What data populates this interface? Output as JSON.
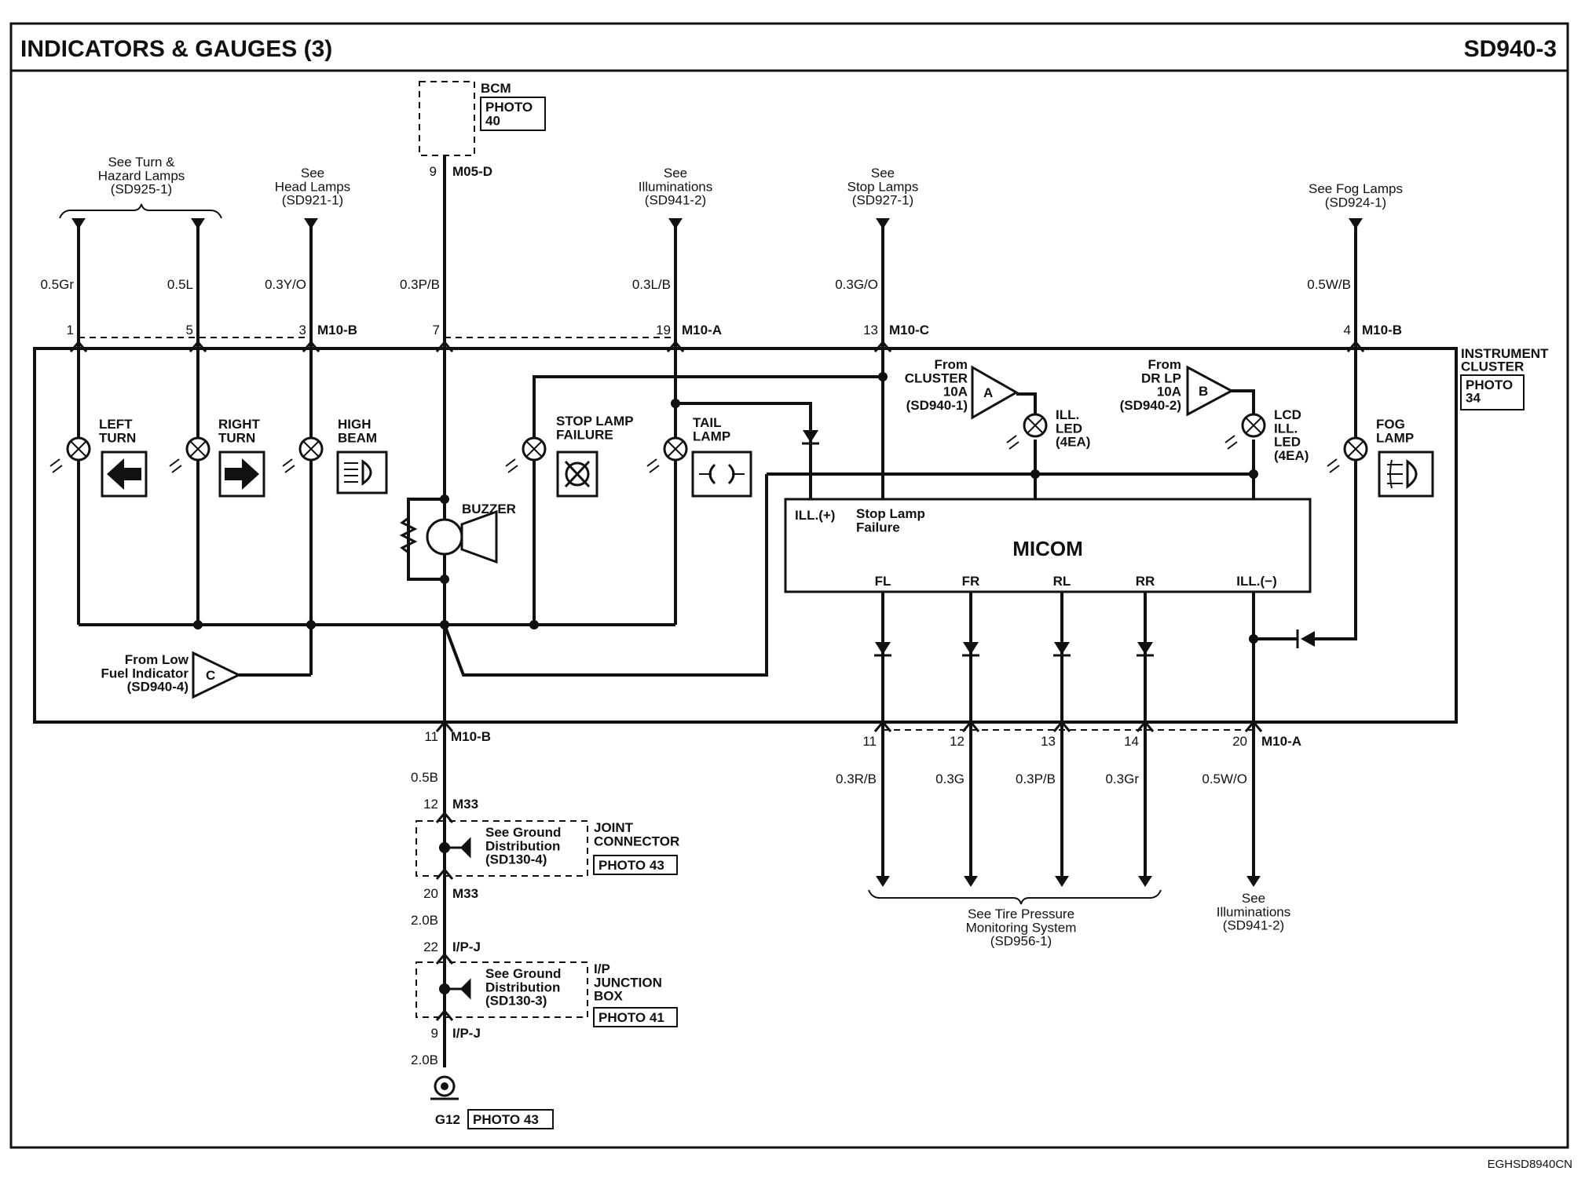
{
  "header": {
    "title": "INDICATORS & GAUGES (3)",
    "page_code": "SD940-3"
  },
  "footer": {
    "code": "EGHSD8940CN"
  },
  "bcm": {
    "name": "BCM",
    "photo": "PHOTO\n40",
    "pin": "9",
    "connector": "M05-D",
    "wire": "0.3P/B"
  },
  "top_refs": {
    "turn": "See Turn &\nHazard Lamps\n(SD925-1)",
    "head": "See\nHead Lamps\n(SD921-1)",
    "illum": "See\nIlluminations\n(SD941-2)",
    "stop": "See\nStop Lamps\n(SD927-1)",
    "fog": "See Fog Lamps\n(SD924-1)"
  },
  "top_wires": [
    "0.5Gr",
    "0.5L",
    "0.3Y/O",
    "0.3P/B",
    "0.3L/B",
    "0.3G/O",
    "0.5W/B"
  ],
  "top_pins": [
    "1",
    "5",
    "3",
    "7",
    "19",
    "13",
    "4"
  ],
  "top_connectors": {
    "m10b_left": "M10-B",
    "m10a": "M10-A",
    "m10c": "M10-C",
    "m10b_right": "M10-B"
  },
  "cluster": {
    "name": "INSTRUMENT\nCLUSTER",
    "photo": "PHOTO\n34"
  },
  "indicators": {
    "left_turn": "LEFT\nTURN",
    "right_turn": "RIGHT\nTURN",
    "high_beam": "HIGH\nBEAM",
    "buzzer": "BUZZER",
    "stop_lamp": "STOP LAMP\nFAILURE",
    "tail_lamp": "TAIL\nLAMP",
    "fog_lamp": "FOG\nLAMP"
  },
  "sources": {
    "a_from": "From\nCLUSTER\n10A\n(SD940-1)",
    "a_letter": "A",
    "a_led": "ILL.\nLED\n(4EA)",
    "b_from": "From\nDR LP\n10A\n(SD940-2)",
    "b_letter": "B",
    "b_led": "LCD\nILL.\nLED\n(4EA)",
    "c_from": "From Low\nFuel Indicator\n(SD940-4)",
    "c_letter": "C"
  },
  "micom": {
    "title": "MICOM",
    "ill_plus": "ILL.(+)",
    "stop_failure": "Stop Lamp\nFailure",
    "outputs": [
      "FL",
      "FR",
      "RL",
      "RR",
      "ILL.(−)"
    ]
  },
  "bottom": {
    "gnd_pin": "11",
    "gnd_connector": "M10-B",
    "pins": [
      "11",
      "12",
      "13",
      "14",
      "20"
    ],
    "connector": "M10-A",
    "wires": [
      "0.3R/B",
      "0.3G",
      "0.3P/B",
      "0.3Gr",
      "0.5W/O"
    ],
    "tpms_ref": "See Tire Pressure\nMonitoring System\n(SD956-1)",
    "illum_ref": "See\nIlluminations\n(SD941-2)"
  },
  "ground_path": {
    "wire1": "0.5B",
    "m33_top_pin": "12",
    "m33_top": "M33",
    "gd1_ref": "See Ground\nDistribution\n(SD130-4)",
    "joint": "JOINT\nCONNECTOR",
    "joint_photo": "PHOTO 43",
    "m33_bot_pin": "20",
    "m33_bot": "M33",
    "wire2": "2.0B",
    "ipj_top_pin": "22",
    "ipj_top": "I/P-J",
    "gd2_ref": "See Ground\nDistribution\n(SD130-3)",
    "junction": "I/P\nJUNCTION\nBOX",
    "junction_photo": "PHOTO 41",
    "ipj_bot_pin": "9",
    "ipj_bot": "I/P-J",
    "wire3": "2.0B",
    "ground": "G12",
    "ground_photo": "PHOTO 43"
  }
}
